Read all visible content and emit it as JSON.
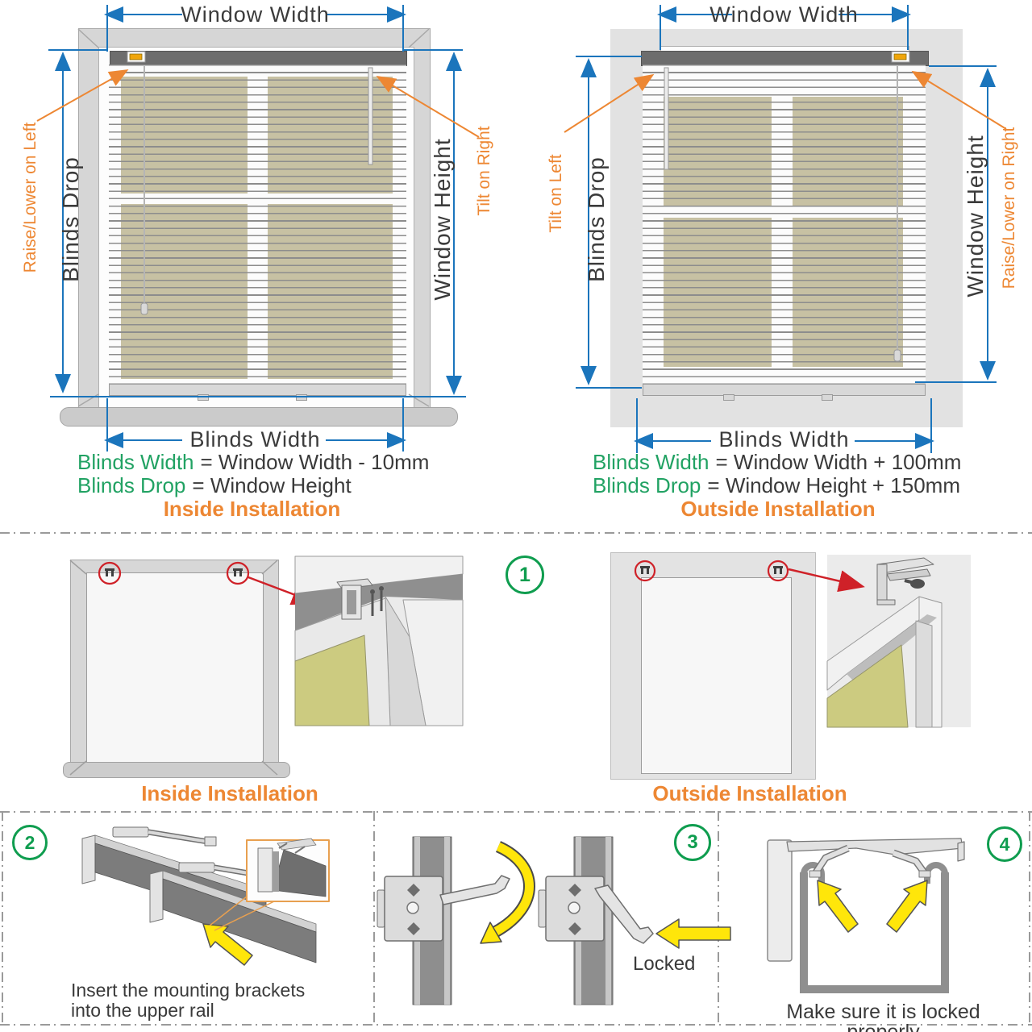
{
  "measure": {
    "inside": {
      "window_width": "Window Width",
      "blinds_drop": "Blinds Drop",
      "window_height": "Window Height",
      "raise_lower": "Raise/Lower on Left",
      "tilt": "Tilt on Right",
      "blinds_width": "Blinds Width",
      "formulas": [
        {
          "term": "Blinds Width",
          "rest": "= Window Width - 10mm"
        },
        {
          "term": "Blinds Drop",
          "rest": "= Window Height"
        }
      ],
      "title": "Inside Installation"
    },
    "outside": {
      "window_width": "Window Width",
      "blinds_drop": "Blinds Drop",
      "window_height": "Window Height",
      "raise_lower": "Raise/Lower  on Right",
      "tilt": "Tilt on Left",
      "blinds_width": "Blinds Width",
      "formulas": [
        {
          "term": "Blinds Width",
          "rest": "= Window Width + 100mm"
        },
        {
          "term": "Blinds Drop",
          "rest": "= Window Height + 150mm"
        }
      ],
      "title": "Outside Installation"
    }
  },
  "steps": {
    "step1": {
      "number": "1",
      "inside_caption": "Inside Installation",
      "outside_caption": "Outside Installation"
    },
    "step2": {
      "number": "2",
      "caption_line1": "Insert the mounting brackets",
      "caption_line2": "into the upper rail"
    },
    "step3": {
      "number": "3",
      "locked_label": "Locked"
    },
    "step4": {
      "number": "4",
      "caption": "Make sure it is locked properly"
    }
  },
  "colors": {
    "dimension_blue": "#1b75bc",
    "accent_orange": "#ed8733",
    "formula_green": "#21a263",
    "step_green": "#0f9d4f",
    "highlight_red": "#cf2128",
    "arrow_yellow": "#ffe60a",
    "slat_beige": "#c7c1a3",
    "pane_olive": "#cccb80",
    "text_dark": "#3b3b3b"
  }
}
